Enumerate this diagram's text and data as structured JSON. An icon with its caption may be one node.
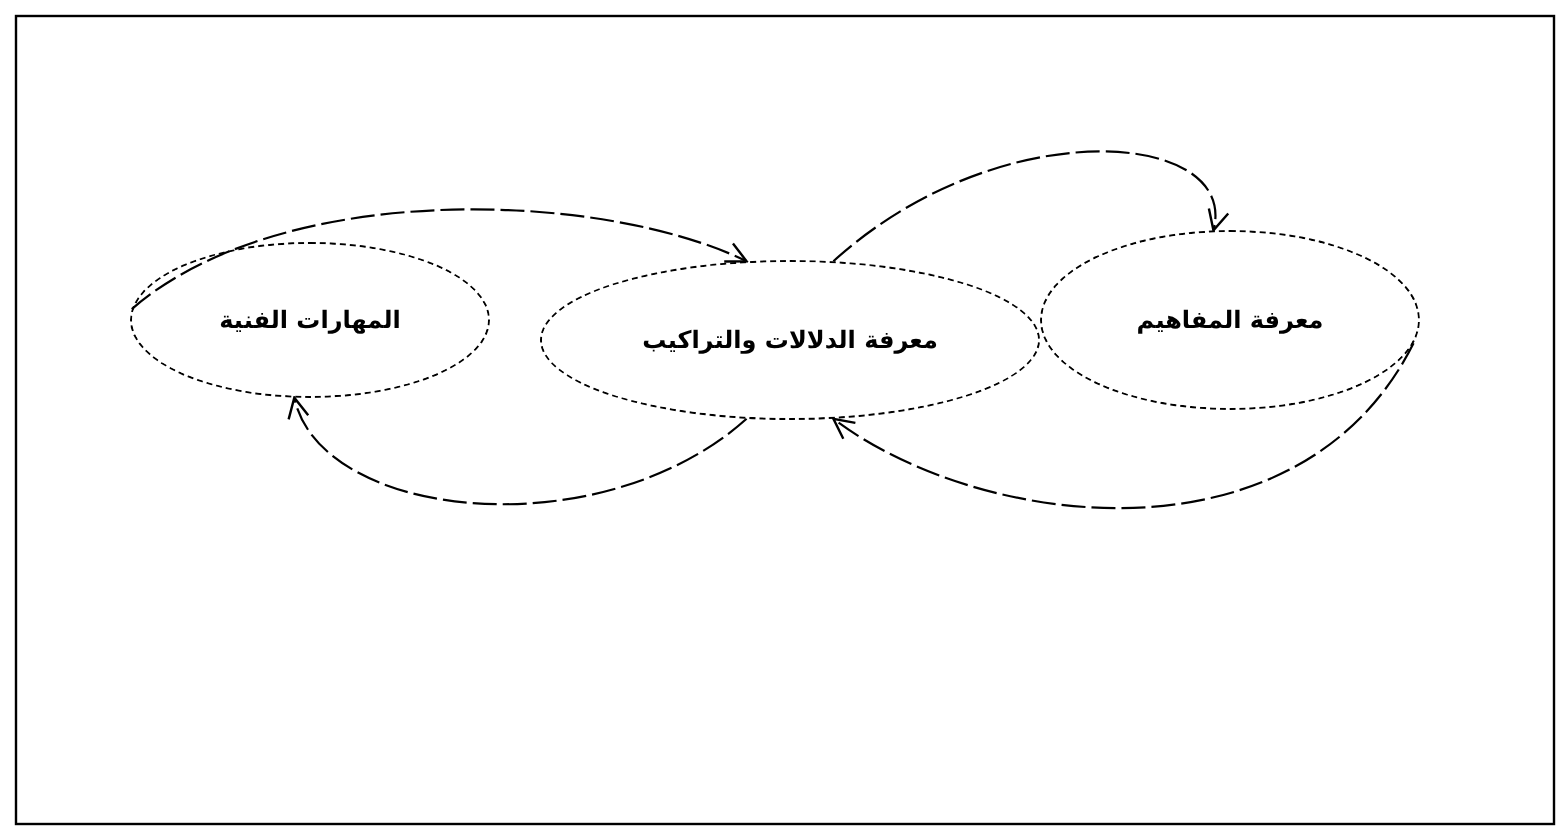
{
  "diagram": {
    "nodes": [
      {
        "text": [
          "المهارات الفنية"
        ]
      },
      {
        "text": [
          "معرفة الدلالات والتراكيب"
        ]
      },
      {
        "text": [
          "معرفة المفاهيم"
        ]
      }
    ],
    "edges": [
      {
        "from": 0,
        "to": 1,
        "arrow": "to"
      },
      {
        "from": 1,
        "to": 2,
        "arrow": "to"
      },
      {
        "from": 2,
        "to": 1,
        "arrow": "to"
      },
      {
        "from": 1,
        "to": 0,
        "arrow": "to"
      }
    ]
  }
}
